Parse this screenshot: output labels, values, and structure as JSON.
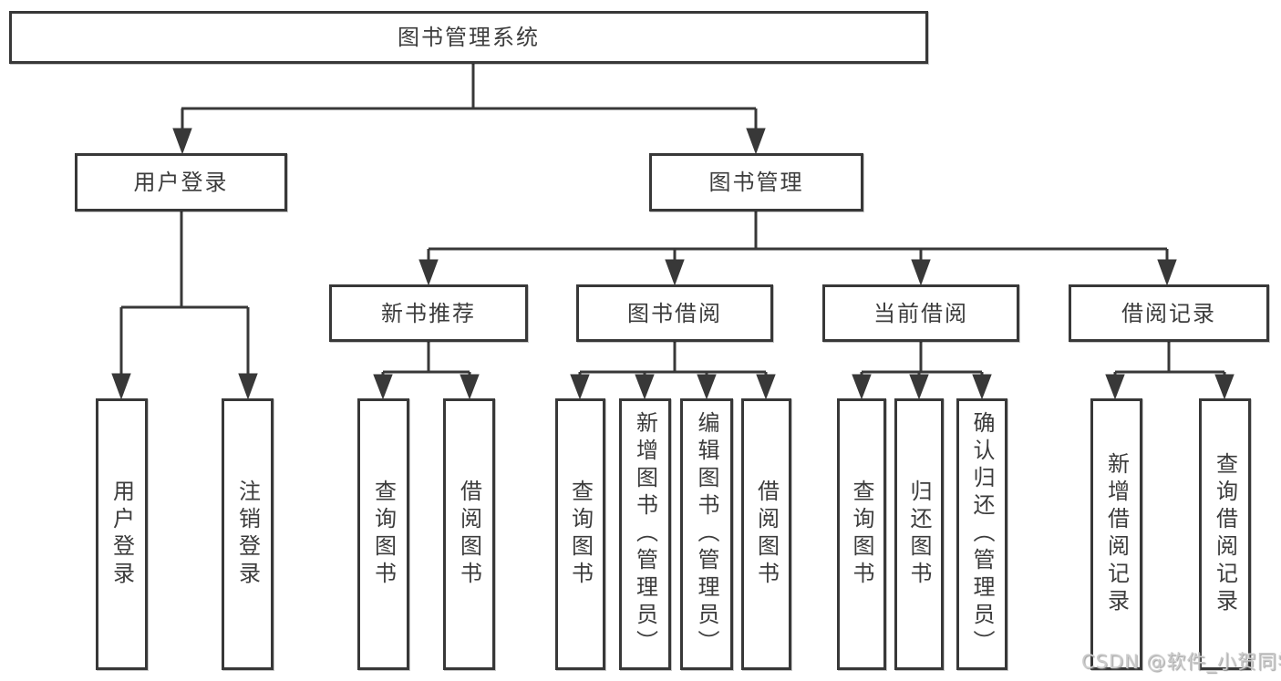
{
  "diagram_type": "hierarchy-flowchart",
  "colors": {
    "background": "#ffffff",
    "line": "#383838",
    "box_border": "#383838",
    "text": "#3c3c3c",
    "watermark": "#cbcbcb"
  },
  "watermark": {
    "text": "CSDN @软件_小贺同学"
  },
  "tree": {
    "root": {
      "label": "图书管理系统",
      "children": [
        {
          "label": "用户登录",
          "children": [
            {
              "label": "用户登录"
            },
            {
              "label": "注销登录"
            }
          ]
        },
        {
          "label": "图书管理",
          "children": [
            {
              "label": "新书推荐",
              "children": [
                {
                  "label": "查询图书"
                },
                {
                  "label": "借阅图书"
                }
              ]
            },
            {
              "label": "图书借阅",
              "children": [
                {
                  "label": "查询图书"
                },
                {
                  "label": "新增图书（管理员）"
                },
                {
                  "label": "编辑图书（管理员）"
                },
                {
                  "label": "借阅图书"
                }
              ]
            },
            {
              "label": "当前借阅",
              "children": [
                {
                  "label": "查询图书"
                },
                {
                  "label": "归还图书"
                },
                {
                  "label": "确认归还（管理员）"
                }
              ]
            },
            {
              "label": "借阅记录",
              "children": [
                {
                  "label": "新增借阅记录"
                },
                {
                  "label": "查询借阅记录"
                }
              ]
            }
          ]
        }
      ]
    }
  }
}
